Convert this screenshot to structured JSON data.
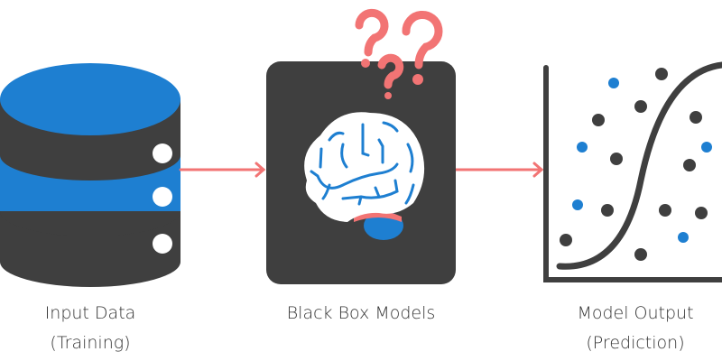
{
  "stages": [
    {
      "title": "Input Data",
      "subtitle": "(Training)"
    },
    {
      "title": "Black Box Models",
      "subtitle": ""
    },
    {
      "title": "Model Output",
      "subtitle": "(Prediction)"
    }
  ],
  "icons": [
    "database-icon",
    "brain-icon",
    "question-marks-icon",
    "scatter-plot-icon",
    "arrow-right-icon"
  ],
  "colors": {
    "dark": "#3f3f3f",
    "blue": "#1e7fd1",
    "accent": "#f27474",
    "white": "#ffffff"
  }
}
